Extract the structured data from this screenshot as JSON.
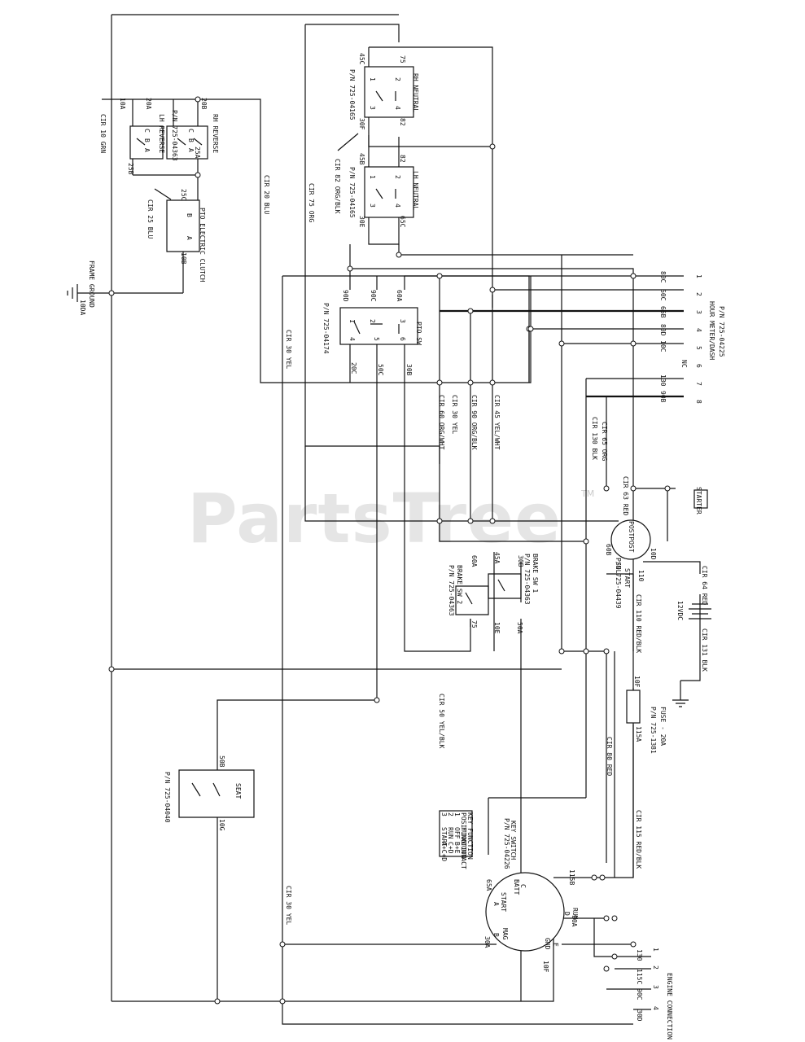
{
  "watermark": {
    "text": "PartsTree",
    "tm": "TM"
  },
  "components": {
    "frame_ground": "FRAME GROUND",
    "rh_reverse": "RH REVERSE",
    "lh_reverse": "LH REVERSE",
    "reverse_pn": "P/N 725-04363",
    "pto_clutch": "PTO ELECTRIC CLUTCH",
    "rh_neutral": "RH NEUTRAL",
    "lh_neutral": "LH NEUTRAL",
    "neutral_pn_a": "P/N 725-04165",
    "neutral_pn_b": "P/N 725-04165",
    "pto_sw": "PTO SW",
    "pto_pn": "P/N 725-04174",
    "brake_sw_1": "BRAKE SW 1",
    "brake_sw_1_pn": "P/N 725-04363",
    "brake_sw_2": "BRAKE SW 2",
    "brake_sw_2_pn": "P/N 725-04363",
    "seat": "SEAT",
    "seat_pn": "P/N 725-04040",
    "hour_meter": "HOUR METER/DASH",
    "hour_meter_pn": "P/N 725-04225",
    "starter": "STARTER",
    "start_sol": "START",
    "sol": "SOL",
    "start_pn": "P/N 725-04439",
    "postpost": "POSTPOST",
    "battery": "12VDC",
    "fuse": "FUSE - 20A",
    "fuse_pn": "P/N 725-1381",
    "key_switch": "KEY SWITCH",
    "key_pn": "P/N 725-04226",
    "engine_conn": "ENGINE CONNECTION"
  },
  "circuits": {
    "cir10": "CIR 10 GRN",
    "cir20": "CIR 20 BLU",
    "cir25": "CIR 25 BLU",
    "cir75": "CIR 75 ORG",
    "cir82": "CIR 82 ORG/BLK",
    "cir30a": "CIR 30 YEL",
    "cir60": "CIR 60 ORG/WHT",
    "cir30b": "CIR 30 YEL",
    "cir90": "CIR 90 ORG/BLK",
    "cir45": "CIR 45 YEL/WHT",
    "cir130": "CIR 130 BLK",
    "cir65": "CIR 65 ORG",
    "cir63": "CIR 63 RED",
    "cir64": "CIR 64 RED",
    "cir131": "CIR 131 BLK",
    "cir110": "CIR 110 RED/BLK",
    "cir50": "CIR 50 YEL/BLK",
    "cir80": "CIR 80 RED",
    "cir115": "CIR 115 RED/BLK",
    "cir30c": "CIR 30 YEL"
  },
  "wire_labels": {
    "w10a": "10A",
    "w20a": "20A",
    "w20b": "20B",
    "w25a": "25A",
    "w25b": "25B",
    "w25c": "25C",
    "w10b": "10B",
    "w45c": "45C",
    "w75": "75",
    "w30f": "30F",
    "w82": "82",
    "w45b": "45B",
    "w82b": "82",
    "w30e": "30E",
    "w65c": "65C",
    "w90d": "90D",
    "w90c": "90C",
    "w60a": "60A",
    "w20c": "20C",
    "w50c": "50C",
    "w30b": "30B",
    "w60a2": "60A",
    "w45a": "45A",
    "w30b2": "30B",
    "w75b": "75",
    "w10e": "10E",
    "w50a": "50A",
    "w50b": "50B",
    "w10g": "10G",
    "w60b": "60B",
    "w10d": "10D",
    "w110": "110",
    "w10f": "10F",
    "w115a": "115A",
    "w115b": "115B",
    "w90a": "90A",
    "w30a": "30A",
    "w65a": "65A",
    "w10f2": "10F",
    "w80c": "80C",
    "w60c": "60C",
    "w65b": "65B",
    "w80d": "80D",
    "w10c": "10C",
    "w130": "130",
    "w90b": "90B",
    "w130b": "130",
    "w115c": "115C",
    "w90c2": "90C",
    "w30d": "30D",
    "w10da": "10DA"
  },
  "hour_meter_pins": [
    "1",
    "2",
    "3",
    "4",
    "5",
    "6",
    "7",
    "8"
  ],
  "nc": "NC",
  "engine_pins": [
    "1",
    "2",
    "3",
    "4"
  ],
  "key_terms": {
    "run": "RUN",
    "run_d": "D",
    "start": "START",
    "start_a": "A",
    "batt": "BATT",
    "batt_c": "C",
    "mag": "MAG",
    "mag_b": "B",
    "gnd": "GND",
    "gnd_e": "E"
  },
  "key_table": {
    "headers": [
      "KEY FUNCTION"
    ],
    "columns": [
      "POSITION",
      "FUNCTION",
      "CONTACT"
    ],
    "rows": [
      [
        "1",
        "OFF",
        "B+E"
      ],
      [
        "2",
        "RUN",
        "C+D"
      ],
      [
        "3",
        "START",
        "A+C+D"
      ]
    ]
  },
  "switch_pins": {
    "pto": [
      "1",
      "2",
      "3",
      "4",
      "5",
      "6"
    ],
    "neutral": [
      "1",
      "2",
      "3",
      "4"
    ],
    "reverse": [
      "C",
      "B",
      "A"
    ],
    "clutch": [
      "B",
      "A"
    ]
  }
}
